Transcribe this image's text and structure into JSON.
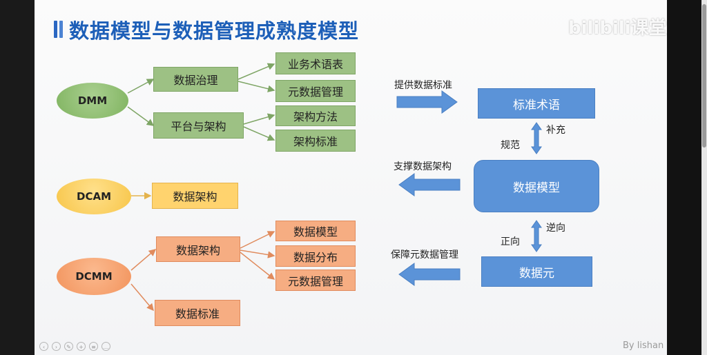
{
  "title": "数据模型与数据管理成熟度模型",
  "logo_text": "bilibili课堂",
  "byline": "By lishan",
  "colors": {
    "title": "#1d5fb8",
    "green": "#9dc184",
    "yellow": "#ffd36e",
    "orange": "#f6ad82",
    "blue": "#5b93d8"
  },
  "dmm": {
    "label": "DMM",
    "branches": [
      {
        "label": "数据治理",
        "children": [
          "业务术语表",
          "元数据管理"
        ]
      },
      {
        "label": "平台与架构",
        "children": [
          "架构方法",
          "架构标准"
        ]
      }
    ]
  },
  "dcam": {
    "label": "DCAM",
    "branches": [
      {
        "label": "数据架构"
      }
    ]
  },
  "dcmm": {
    "label": "DCMM",
    "branches": [
      {
        "label": "数据架构",
        "children": [
          "数据模型",
          "数据分布",
          "元数据管理"
        ]
      },
      {
        "label": "数据标准"
      }
    ]
  },
  "right": {
    "standard_terms": "标准术语",
    "data_model": "数据模型",
    "data_element": "数据元",
    "arrow_provide": "提供数据标准",
    "arrow_support": "支撑数据架构",
    "arrow_ensure": "保障元数据管理",
    "link1_left": "规范",
    "link1_right": "补充",
    "link2_left": "正向",
    "link2_right": "逆向"
  },
  "toolbar_icons": [
    "prev-icon",
    "next-icon",
    "pen-icon",
    "zoom-icon",
    "menu-icon",
    "more-icon"
  ]
}
